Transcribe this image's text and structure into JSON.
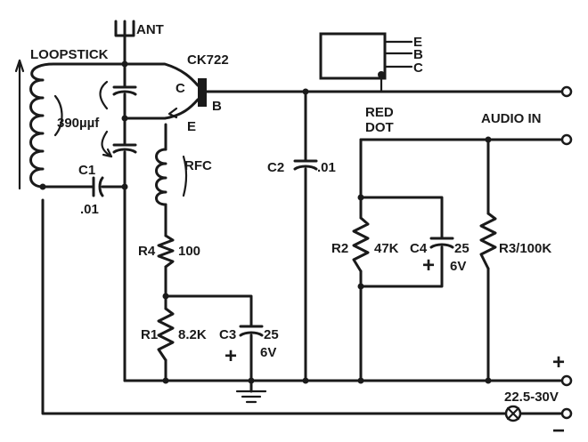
{
  "labels": {
    "antenna": "ANT",
    "coil": "LOOPSTICK",
    "transistor": "CK722",
    "pin_c": "C",
    "pin_e": "E",
    "pin_b": "B",
    "tuning_cap": "390µµf",
    "c1_name": "C1",
    "c1_value": ".01",
    "rfc": "RFC",
    "c2": "C2",
    "c2_value": ".01",
    "r4_name": "R4",
    "r4_value": "100",
    "r1_name": "R1",
    "r1_value": "8.2K",
    "c3_name": "C3",
    "c3_value": "25",
    "c3_voltage": "6V",
    "r2_name": "R2",
    "r2_value": "47K",
    "c4_name": "C4",
    "c4_value": "25",
    "c4_voltage": "6V",
    "r3": "R3/100K",
    "pkg_e": "E",
    "pkg_b": "B",
    "pkg_c": "C",
    "red_dot_1": "RED",
    "red_dot_2": "DOT",
    "audio_in": "AUDIO IN",
    "plus": "+",
    "minus": "−",
    "supply": "22.5-30V",
    "c3_plus": "+",
    "c4_plus": "+"
  }
}
